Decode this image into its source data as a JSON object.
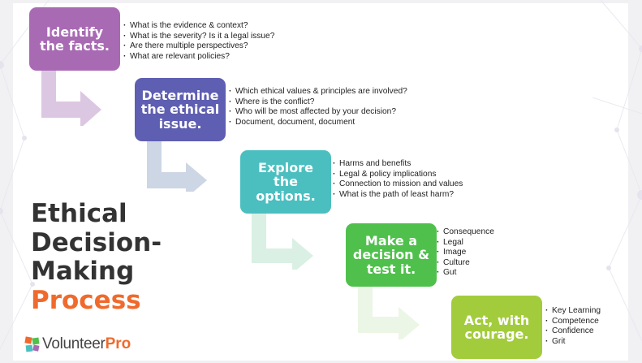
{
  "steps": [
    {
      "title": "Identify\nthe facts.",
      "color": "#a96ab4",
      "bullets": [
        "What is the evidence & context?",
        "What is the severity? Is it a legal issue?",
        "Are there multiple perspectives?",
        "What are relevant policies?"
      ],
      "arrow_color": "#dcc7e2"
    },
    {
      "title": "Determine\nthe ethical\nissue.",
      "color": "#5e5eb2",
      "bullets": [
        "Which ethical values & principles are involved?",
        "Where is the conflict?",
        "Who will be most affected by your decision?",
        "Document, document, document"
      ],
      "arrow_color": "#cdd6e4"
    },
    {
      "title": "Explore\nthe\noptions.",
      "color": "#4bbfc0",
      "bullets": [
        "Harms and benefits",
        "Legal & policy implications",
        "Connection to mission and values",
        "What is the path of least harm?"
      ],
      "arrow_color": "#daf0e4"
    },
    {
      "title": "Make a\ndecision &\ntest it.",
      "color": "#50c04c",
      "bullets": [
        "Consequence",
        "Legal",
        "Image",
        "Culture",
        "Gut"
      ],
      "arrow_color": "#ecf6e6"
    },
    {
      "title": "Act, with\ncourage.",
      "color": "#a3cc3d",
      "bullets": [
        "Key Learning",
        "Competence",
        "Confidence",
        "Grit"
      ]
    }
  ],
  "title": {
    "lines": [
      "Ethical",
      "Decision-",
      "Making"
    ],
    "accent": "Process"
  },
  "logo": {
    "word1": "Volunteer",
    "word2": "Pro"
  }
}
